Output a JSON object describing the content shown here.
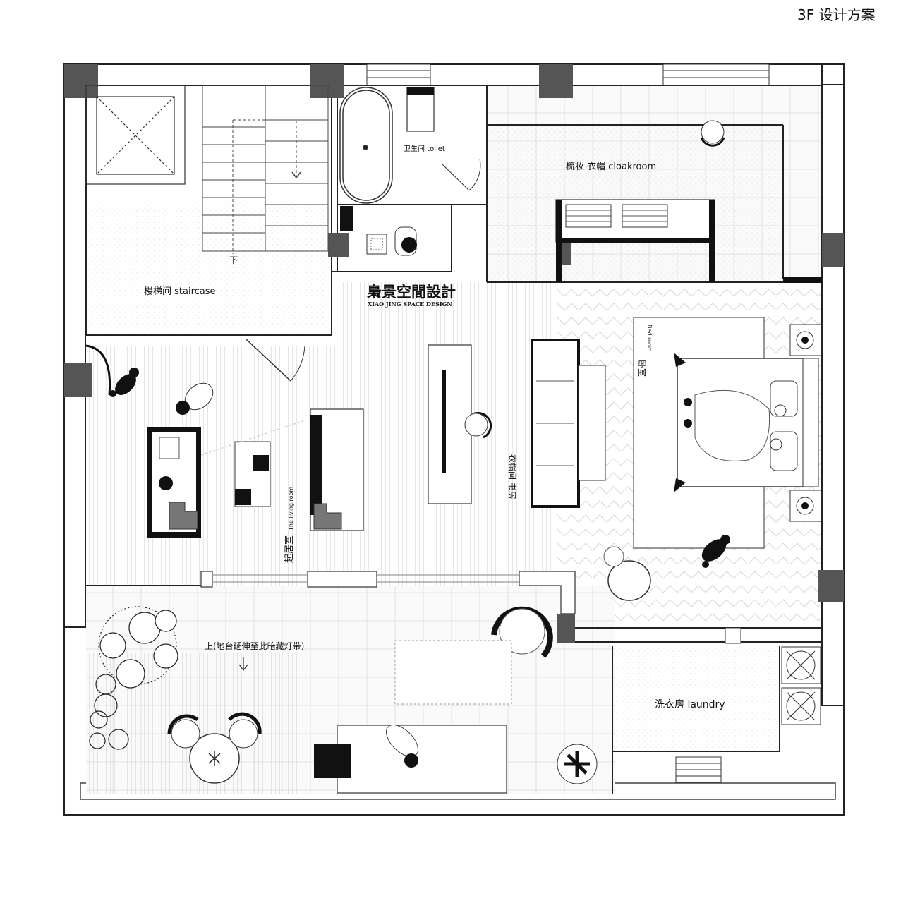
{
  "title": "3F 设计方案",
  "brand": {
    "name": "梟景空間設計",
    "subtitle": "XIAO JING SPACE DESIGN"
  },
  "rooms": {
    "toilet": "卫生间 toilet",
    "cloakroom": "梳妆  衣帽 cloakroom",
    "staircase": "楼梯间 staircase",
    "down_marker": "下",
    "living_room_cn": "起居室",
    "living_room_en": "The living room",
    "study": "衣帽间  书房",
    "bedroom_cn": "卧室",
    "bedroom_en": "Bed room",
    "terrace_note": "上(地台延伸至此暗藏灯带)",
    "laundry": "洗衣房 laundry"
  },
  "colors": {
    "wall": "#222222",
    "column": "#555555",
    "line": "#333333",
    "floor_hatch": "#c8c8c8",
    "background": "#ffffff"
  }
}
